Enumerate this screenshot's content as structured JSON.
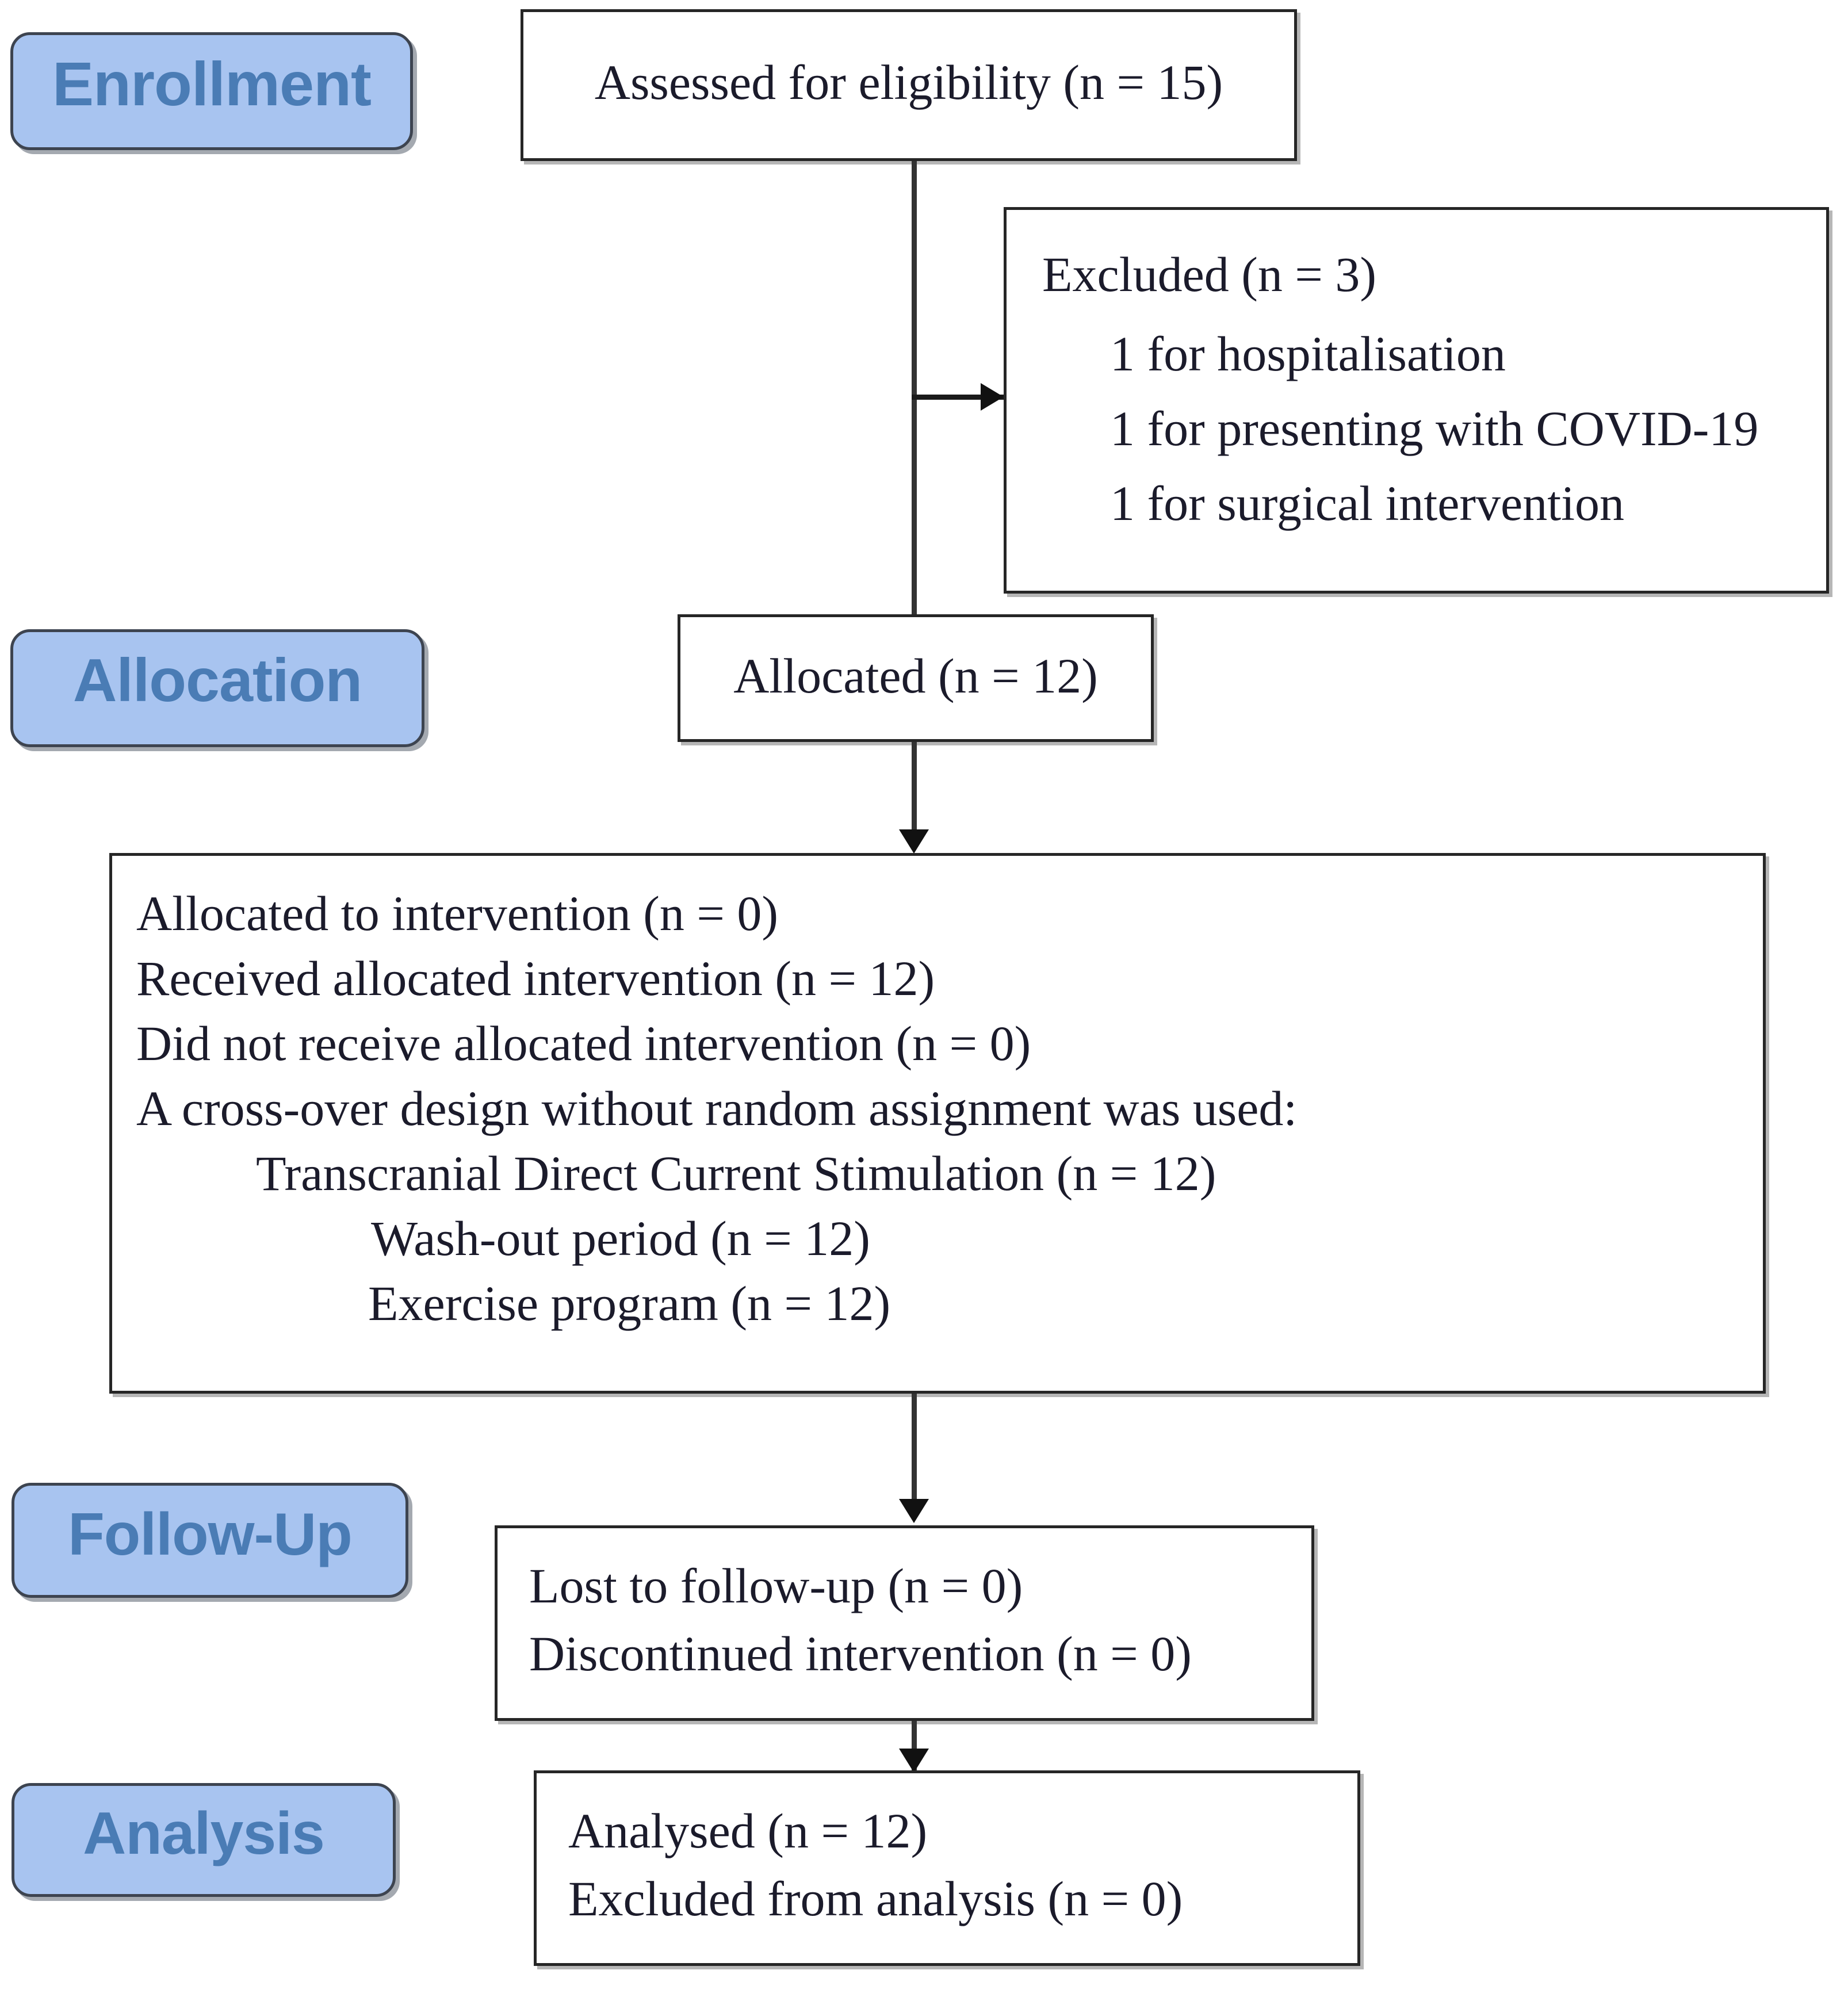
{
  "diagram": {
    "title": "CONSORT participant flow diagram",
    "colors": {
      "badge_fill": "#a8c4f0",
      "badge_text": "#4a7cb5",
      "badge_border": "#3d4450",
      "box_border": "#262626",
      "box_text": "#1b1b2b",
      "connector": "#333333",
      "background": "#ffffff"
    }
  },
  "stages": {
    "enrollment": {
      "label": "Enrollment"
    },
    "allocation": {
      "label": "Allocation"
    },
    "followup": {
      "label": "Follow-Up"
    },
    "analysis": {
      "label": "Analysis"
    }
  },
  "boxes": {
    "assessed": {
      "lines": [
        "Assessed for eligibility (n = 15)"
      ]
    },
    "excluded": {
      "heading": "Excluded (n = 3)",
      "reasons": [
        "1 for hospitalisation",
        "1 for presenting with COVID-19",
        "1 for surgical intervention"
      ]
    },
    "allocated": {
      "lines": [
        "Allocated (n = 12)"
      ]
    },
    "intervention": {
      "lines": [
        "Allocated to intervention (n = 0)",
        "Received allocated intervention (n = 12)",
        "Did not receive allocated intervention (n = 0)",
        "A cross-over design without random assignment was used:"
      ],
      "phases": [
        "Transcranial Direct Current Stimulation (n = 12)",
        "Wash-out period (n = 12)",
        "Exercise program (n = 12)"
      ]
    },
    "followup": {
      "lines": [
        "Lost to follow-up (n = 0)",
        "Discontinued intervention (n = 0)"
      ]
    },
    "analysis": {
      "lines": [
        "Analysed (n = 12)",
        "Excluded from analysis (n = 0)"
      ]
    }
  }
}
